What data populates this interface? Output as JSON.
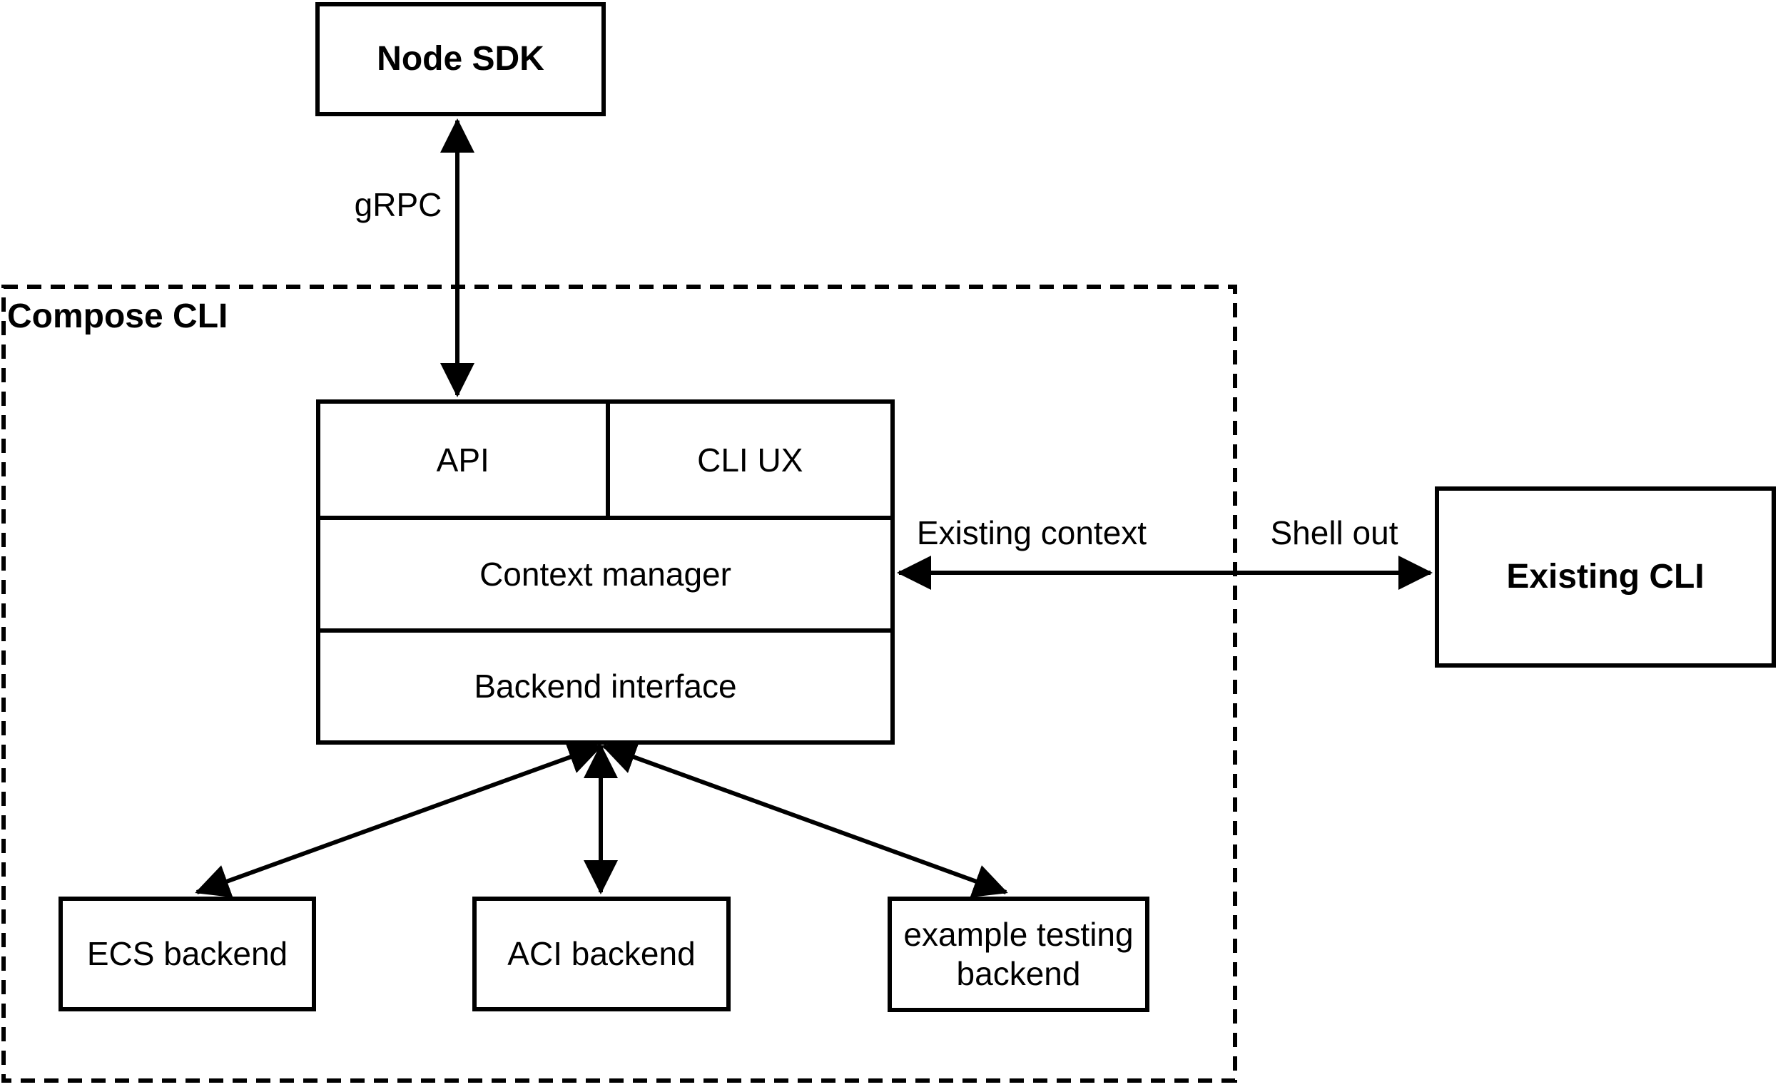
{
  "diagram": {
    "background_color": "#ffffff",
    "stroke_color": "#000000",
    "nodes": {
      "node_sdk": {
        "label": "Node SDK",
        "shape": "rect-solid-bold"
      },
      "compose_cli": {
        "label": "Compose CLI",
        "shape": "dashed-container"
      },
      "api": {
        "label": "API",
        "shape": "cell"
      },
      "cli_ux": {
        "label": "CLI UX",
        "shape": "cell"
      },
      "context_manager": {
        "label": "Context manager",
        "shape": "cell"
      },
      "backend_interface": {
        "label": "Backend interface",
        "shape": "cell"
      },
      "ecs_backend": {
        "label": "ECS backend",
        "shape": "rect-solid"
      },
      "aci_backend": {
        "label": "ACI backend",
        "shape": "rect-solid"
      },
      "example_testing_backend": {
        "label": "example testing backend",
        "shape": "rect-solid"
      },
      "existing_cli": {
        "label": "Existing CLI",
        "shape": "rect-solid-bold"
      }
    },
    "edge_labels": {
      "grpc": "gRPC",
      "existing_context": "Existing context",
      "shell_out": "Shell out"
    },
    "edges": [
      {
        "from": "node_sdk",
        "to": "api",
        "label": "gRPC",
        "direction": "both"
      },
      {
        "from": "context_manager",
        "to": "existing_cli",
        "label": "Existing context / Shell out",
        "direction": "both"
      },
      {
        "from": "backend_interface",
        "to": "ecs_backend",
        "label": "",
        "direction": "both"
      },
      {
        "from": "backend_interface",
        "to": "aci_backend",
        "label": "",
        "direction": "both"
      },
      {
        "from": "backend_interface",
        "to": "example_testing_backend",
        "label": "",
        "direction": "both"
      }
    ]
  }
}
